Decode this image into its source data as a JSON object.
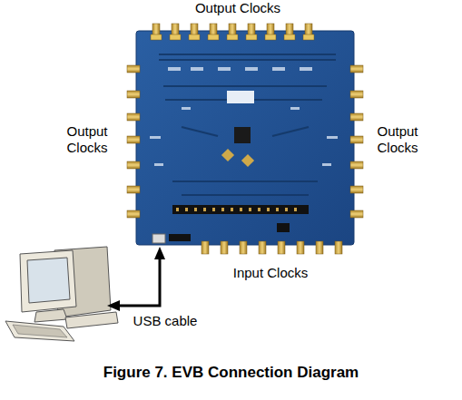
{
  "diagram": {
    "caption": "Figure 7. EVB Connection Diagram",
    "labels": [
      "Output Clocks",
      "Output Clocks",
      "Output Clocks",
      "Input Clocks",
      "USB cable"
    ]
  }
}
